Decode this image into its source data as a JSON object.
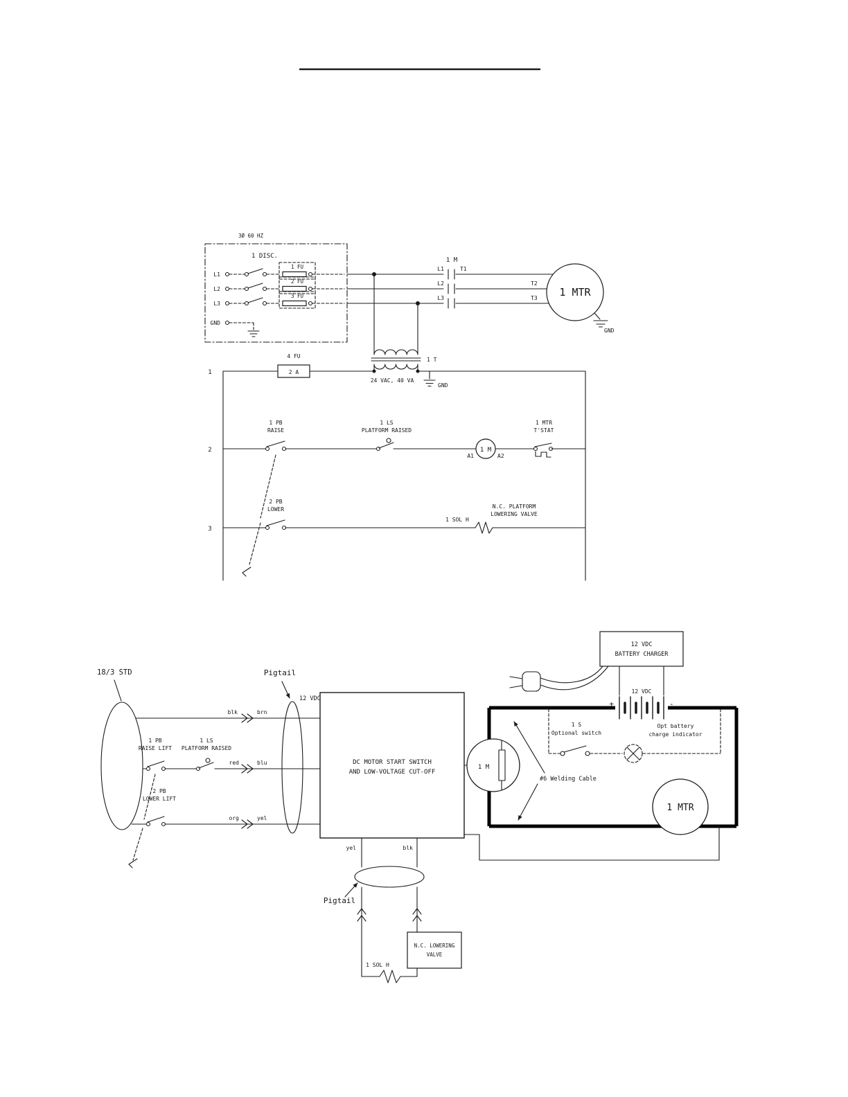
{
  "page": {
    "ink": "#1a1a1a"
  },
  "ac": {
    "supply_note": "3Ø 60 HZ",
    "disconnect": "1 DISC.",
    "in_l1": "L1",
    "in_l2": "L2",
    "in_l3": "L3",
    "in_gnd": "GND",
    "fu1": "1 FU",
    "fu2": "2 FU",
    "fu3": "3 FU",
    "m_contacts": "1 M",
    "out_l1": "L1",
    "out_l2": "L2",
    "out_l3": "L3",
    "t1": "T1",
    "t2": "T2",
    "t3": "T3",
    "motor": "1 MTR",
    "motor_gnd": "GND",
    "xfmr": "1 T",
    "xfmr_rating": "24 VAC, 40 VA",
    "xfmr_gnd": "GND",
    "rung1": "1",
    "rung2": "2",
    "rung3": "3",
    "fu4": "4 FU",
    "fu4_rating": "2 A",
    "pb1_1": "1 PB",
    "pb1_2": "RAISE",
    "ls1_1": "1 LS",
    "ls1_2": "PLATFORM RAISED",
    "coil": "1 M",
    "coil_a1": "A1",
    "coil_a2": "A2",
    "tstat_1": "1 MTR",
    "tstat_2": "T'STAT",
    "pb2_1": "2 PB",
    "pb2_2": "LOWER",
    "sol": "1 SOL H",
    "valve_1": "N.C. PLATFORM",
    "valve_2": "LOWERING VALVE"
  },
  "dc": {
    "cable": "18/3 STD",
    "pigtail_top": "Pigtail",
    "pigtail_bottom": "Pigtail",
    "vdc_top": "12 VDC",
    "w1a": "blk",
    "w1b": "brn",
    "w2a": "red",
    "w2b": "blu",
    "w3a": "org",
    "w3b": "yel",
    "pb1_1": "1 PB",
    "pb1_2": "RAISE LIFT",
    "ls1_1": "1 LS",
    "ls1_2": "PLATFORM RAISED",
    "pb2_1": "2 PB",
    "pb2_2": "LOWER LIFT",
    "box_1": "DC MOTOR START SWITCH",
    "box_2": "AND LOW-VOLTAGE CUT-OFF",
    "contactor": "1 M",
    "charger_1": "12 VDC",
    "charger_2": "BATTERY CHARGER",
    "battery": "12 VDC",
    "plus": "+",
    "minus": "-",
    "sw_1": "1 S",
    "sw_2": "Optional switch",
    "ind_1": "Opt battery",
    "ind_2": "charge indicator",
    "cable_note": "#6 Welding Cable",
    "motor": "1 MTR",
    "wy": "yel",
    "wb": "blk",
    "sol": "1 SOL H",
    "valve_1": "N.C. LOWERING",
    "valve_2": "VALVE"
  }
}
